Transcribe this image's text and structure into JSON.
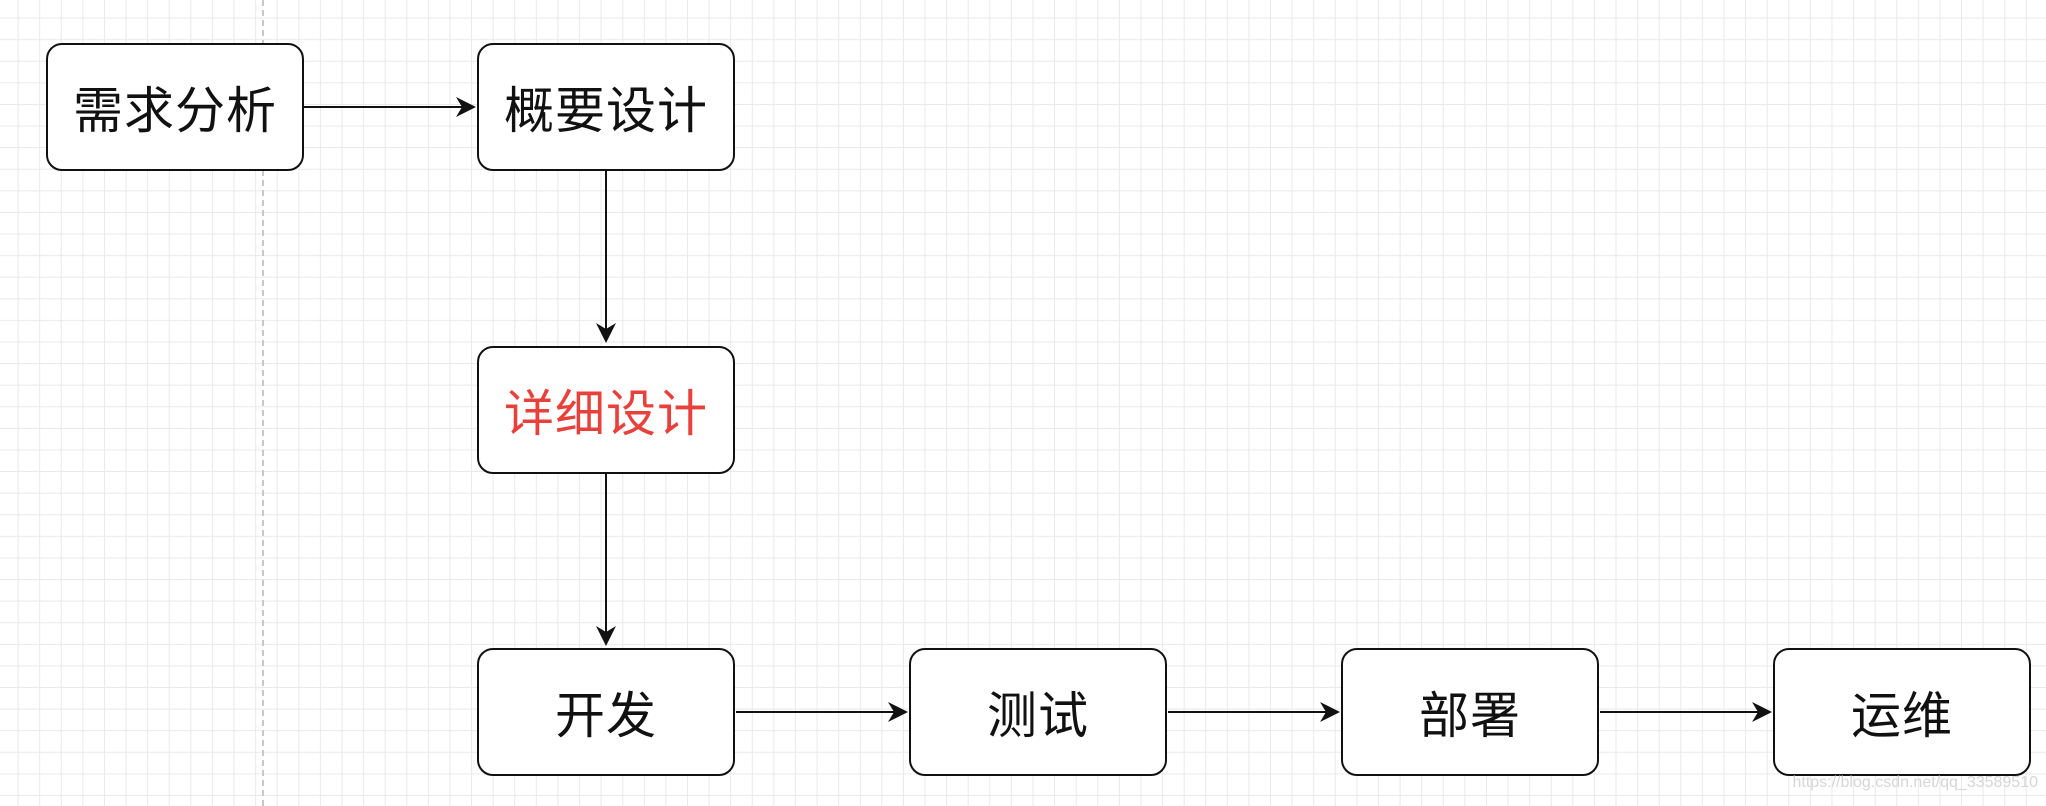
{
  "diagram": {
    "nodes": [
      {
        "id": "req",
        "label": "需求分析"
      },
      {
        "id": "outline",
        "label": "概要设计"
      },
      {
        "id": "detail",
        "label": "详细设计"
      },
      {
        "id": "dev",
        "label": "开发"
      },
      {
        "id": "test",
        "label": "测试"
      },
      {
        "id": "deploy",
        "label": "部署"
      },
      {
        "id": "ops",
        "label": "运维"
      }
    ],
    "edges": [
      {
        "from": "req",
        "to": "outline"
      },
      {
        "from": "outline",
        "to": "detail"
      },
      {
        "from": "detail",
        "to": "dev"
      },
      {
        "from": "dev",
        "to": "test"
      },
      {
        "from": "test",
        "to": "deploy"
      },
      {
        "from": "deploy",
        "to": "ops"
      }
    ],
    "highlight_color": "#e8413b",
    "text_color": "#111111"
  },
  "watermark": "https://blog.csdn.net/qq_33589510"
}
